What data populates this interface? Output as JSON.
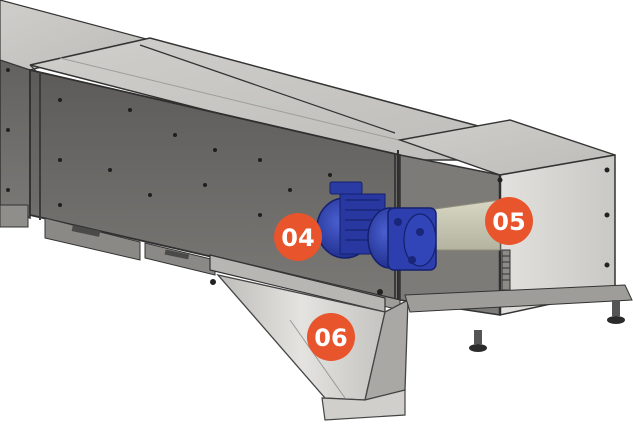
{
  "callouts": [
    {
      "id": "motor",
      "label": "04"
    },
    {
      "id": "drive-end",
      "label": "05"
    },
    {
      "id": "hopper",
      "label": "06"
    }
  ],
  "colors": {
    "background": "#ffffff",
    "callout": "#e8542c",
    "callout_text": "#ffffff",
    "housing_side": "#6e6d6b",
    "housing_top": "#c6c5c2",
    "housing_light": "#d9d8d5",
    "frame_edge": "#3a3a3a",
    "motor_blue": "#2b3ea8",
    "motor_dark": "#1a267a"
  }
}
